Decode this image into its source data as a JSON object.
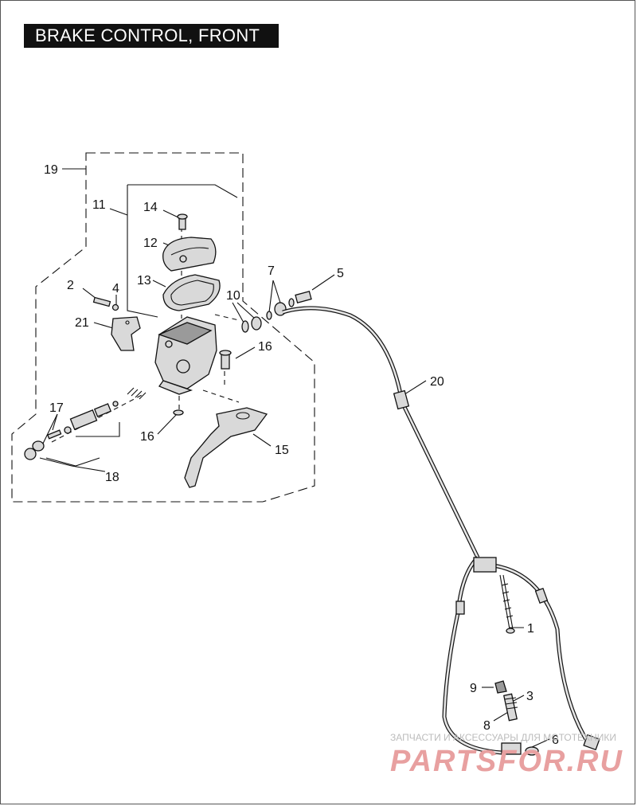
{
  "title": "BRAKE CONTROL, FRONT",
  "callouts": {
    "c1": "1",
    "c2": "2",
    "c3": "3",
    "c4": "4",
    "c5": "5",
    "c6": "6",
    "c7": "7",
    "c8": "8",
    "c9": "9",
    "c10": "10",
    "c11": "11",
    "c12": "12",
    "c13": "13",
    "c14": "14",
    "c15": "15",
    "c16a": "16",
    "c16b": "16",
    "c17": "17",
    "c18": "18",
    "c19": "19",
    "c20": "20",
    "c21": "21"
  },
  "watermark": {
    "line1": "ЗАПЧАСТИ И АКСЕССУАРЫ ДЛЯ МОТОТЕХНИКИ",
    "line2": "PARTSFOR.RU"
  }
}
